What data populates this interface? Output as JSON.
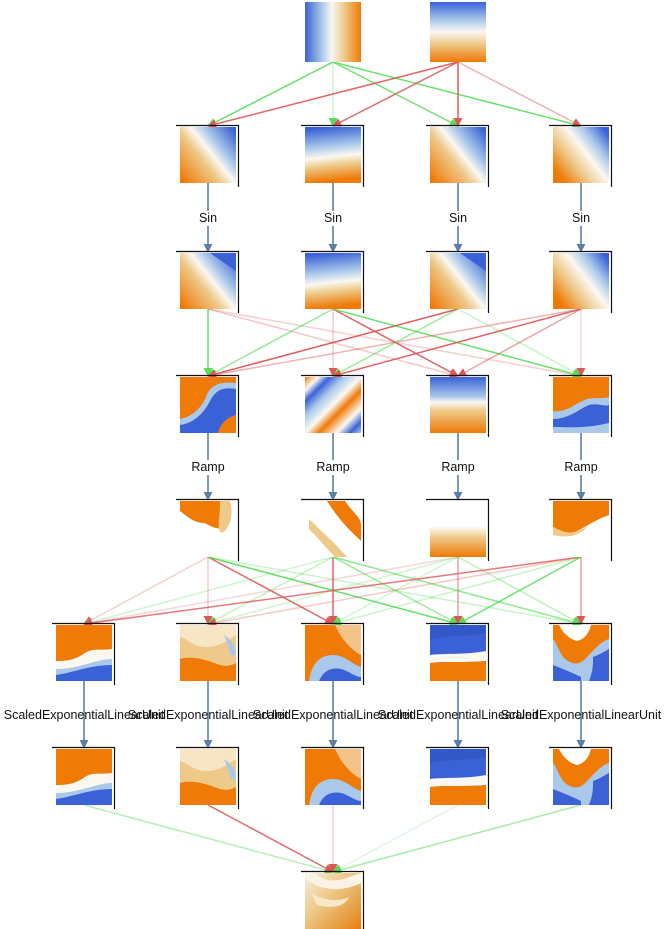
{
  "palette": {
    "blue": "#3a62d6",
    "light_blue": "#a9c8ea",
    "white": "#fbf8f2",
    "light_orange": "#eec98a",
    "orange": "#ef7a06",
    "edge_positive": "#55dd55",
    "edge_negative": "#dd5555",
    "edge_activation": "#5a7ea8",
    "node_frame": "#111111"
  },
  "layers": [
    {
      "activation": null,
      "nodes": [
        {
          "pattern": "vertical-blue-to-orange"
        },
        {
          "pattern": "horizontal-blue-to-orange"
        }
      ]
    },
    {
      "activation": "Sin",
      "nodes": [
        {
          "pattern": "diagonal"
        },
        {
          "pattern": "horizontal-tilt"
        },
        {
          "pattern": "diagonal"
        },
        {
          "pattern": "diagonal-soft"
        }
      ]
    },
    {
      "activation": null,
      "nodes": [
        {
          "pattern": "diagonal-sharp"
        },
        {
          "pattern": "horizontal-tilt"
        },
        {
          "pattern": "diagonal-sharp"
        },
        {
          "pattern": "diagonal-soft"
        }
      ]
    },
    {
      "activation": "Ramp",
      "nodes": [
        {
          "pattern": "wave"
        },
        {
          "pattern": "stripes"
        },
        {
          "pattern": "horizontal-band"
        },
        {
          "pattern": "wave-right"
        }
      ]
    },
    {
      "activation": null,
      "nodes": [
        {
          "pattern": "ramp-corner"
        },
        {
          "pattern": "ramp-diagonal"
        },
        {
          "pattern": "ramp-bottom"
        },
        {
          "pattern": "ramp-top"
        }
      ]
    },
    {
      "activation": "ScaledExponentialLinearUnit",
      "nodes": [
        {
          "pattern": "selu-1"
        },
        {
          "pattern": "selu-2"
        },
        {
          "pattern": "selu-3"
        },
        {
          "pattern": "selu-4"
        },
        {
          "pattern": "selu-5"
        }
      ]
    },
    {
      "activation": null,
      "nodes": [
        {
          "pattern": "selu-1"
        },
        {
          "pattern": "selu-2"
        },
        {
          "pattern": "selu-3"
        },
        {
          "pattern": "selu-4"
        },
        {
          "pattern": "selu-5"
        }
      ]
    },
    {
      "activation": null,
      "nodes": [
        {
          "pattern": "output"
        }
      ]
    }
  ],
  "edges": [
    {
      "from": [
        0,
        0
      ],
      "to": [
        1,
        0
      ],
      "sign": "positive",
      "strength": 0.9
    },
    {
      "from": [
        0,
        0
      ],
      "to": [
        1,
        1
      ],
      "sign": "positive",
      "strength": 0.15
    },
    {
      "from": [
        0,
        0
      ],
      "to": [
        1,
        2
      ],
      "sign": "positive",
      "strength": 0.8
    },
    {
      "from": [
        0,
        0
      ],
      "to": [
        1,
        3
      ],
      "sign": "positive",
      "strength": 0.85
    },
    {
      "from": [
        0,
        1
      ],
      "to": [
        1,
        0
      ],
      "sign": "negative",
      "strength": 0.9
    },
    {
      "from": [
        0,
        1
      ],
      "to": [
        1,
        1
      ],
      "sign": "negative",
      "strength": 0.85
    },
    {
      "from": [
        0,
        1
      ],
      "to": [
        1,
        2
      ],
      "sign": "negative",
      "strength": 0.95
    },
    {
      "from": [
        0,
        1
      ],
      "to": [
        1,
        3
      ],
      "sign": "negative",
      "strength": 0.35
    },
    {
      "from": [
        2,
        0
      ],
      "to": [
        3,
        0
      ],
      "sign": "positive",
      "strength": 0.9
    },
    {
      "from": [
        2,
        0
      ],
      "to": [
        3,
        2
      ],
      "sign": "negative",
      "strength": 0.2
    },
    {
      "from": [
        2,
        0
      ],
      "to": [
        3,
        3
      ],
      "sign": "negative",
      "strength": 0.15
    },
    {
      "from": [
        2,
        1
      ],
      "to": [
        3,
        0
      ],
      "sign": "positive",
      "strength": 0.55
    },
    {
      "from": [
        2,
        1
      ],
      "to": [
        3,
        1
      ],
      "sign": "negative",
      "strength": 0.2
    },
    {
      "from": [
        2,
        1
      ],
      "to": [
        3,
        2
      ],
      "sign": "negative",
      "strength": 0.9
    },
    {
      "from": [
        2,
        1
      ],
      "to": [
        3,
        3
      ],
      "sign": "positive",
      "strength": 0.85
    },
    {
      "from": [
        2,
        2
      ],
      "to": [
        3,
        0
      ],
      "sign": "negative",
      "strength": 0.95
    },
    {
      "from": [
        2,
        2
      ],
      "to": [
        3,
        1
      ],
      "sign": "positive",
      "strength": 0.5
    },
    {
      "from": [
        2,
        2
      ],
      "to": [
        3,
        3
      ],
      "sign": "positive",
      "strength": 0.2
    },
    {
      "from": [
        2,
        3
      ],
      "to": [
        3,
        0
      ],
      "sign": "negative",
      "strength": 0.35
    },
    {
      "from": [
        2,
        3
      ],
      "to": [
        3,
        1
      ],
      "sign": "negative",
      "strength": 0.9
    },
    {
      "from": [
        2,
        3
      ],
      "to": [
        3,
        2
      ],
      "sign": "negative",
      "strength": 0.45
    },
    {
      "from": [
        2,
        3
      ],
      "to": [
        3,
        3
      ],
      "sign": "negative",
      "strength": 0.1
    },
    {
      "from": [
        4,
        0
      ],
      "to": [
        5,
        0
      ],
      "sign": "negative",
      "strength": 0.15
    },
    {
      "from": [
        4,
        0
      ],
      "to": [
        5,
        1
      ],
      "sign": "negative",
      "strength": 0.2
    },
    {
      "from": [
        4,
        0
      ],
      "to": [
        5,
        2
      ],
      "sign": "negative",
      "strength": 0.9
    },
    {
      "from": [
        4,
        0
      ],
      "to": [
        5,
        3
      ],
      "sign": "positive",
      "strength": 0.9
    },
    {
      "from": [
        4,
        0
      ],
      "to": [
        5,
        4
      ],
      "sign": "positive",
      "strength": 0.2
    },
    {
      "from": [
        4,
        1
      ],
      "to": [
        5,
        0
      ],
      "sign": "positive",
      "strength": 0.15
    },
    {
      "from": [
        4,
        1
      ],
      "to": [
        5,
        1
      ],
      "sign": "positive",
      "strength": 0.25
    },
    {
      "from": [
        4,
        1
      ],
      "to": [
        5,
        2
      ],
      "sign": "negative",
      "strength": 0.9
    },
    {
      "from": [
        4,
        1
      ],
      "to": [
        5,
        3
      ],
      "sign": "positive",
      "strength": 0.5
    },
    {
      "from": [
        4,
        1
      ],
      "to": [
        5,
        4
      ],
      "sign": "positive",
      "strength": 0.6
    },
    {
      "from": [
        4,
        2
      ],
      "to": [
        5,
        0
      ],
      "sign": "negative",
      "strength": 0.1
    },
    {
      "from": [
        4,
        2
      ],
      "to": [
        5,
        1
      ],
      "sign": "positive",
      "strength": 0.15
    },
    {
      "from": [
        4,
        2
      ],
      "to": [
        5,
        2
      ],
      "sign": "positive",
      "strength": 0.15
    },
    {
      "from": [
        4,
        2
      ],
      "to": [
        5,
        3
      ],
      "sign": "negative",
      "strength": 0.45
    },
    {
      "from": [
        4,
        2
      ],
      "to": [
        5,
        4
      ],
      "sign": "positive",
      "strength": 0.3
    },
    {
      "from": [
        4,
        3
      ],
      "to": [
        5,
        0
      ],
      "sign": "negative",
      "strength": 0.75
    },
    {
      "from": [
        4,
        3
      ],
      "to": [
        5,
        1
      ],
      "sign": "negative",
      "strength": 0.2
    },
    {
      "from": [
        4,
        3
      ],
      "to": [
        5,
        2
      ],
      "sign": "positive",
      "strength": 0.2
    },
    {
      "from": [
        4,
        3
      ],
      "to": [
        5,
        3
      ],
      "sign": "positive",
      "strength": 0.8
    },
    {
      "from": [
        4,
        3
      ],
      "to": [
        5,
        4
      ],
      "sign": "negative",
      "strength": 0.5
    },
    {
      "from": [
        6,
        0
      ],
      "to": [
        7,
        0
      ],
      "sign": "positive",
      "strength": 0.35
    },
    {
      "from": [
        6,
        1
      ],
      "to": [
        7,
        0
      ],
      "sign": "negative",
      "strength": 0.85
    },
    {
      "from": [
        6,
        2
      ],
      "to": [
        7,
        0
      ],
      "sign": "negative",
      "strength": 0.15
    },
    {
      "from": [
        6,
        3
      ],
      "to": [
        7,
        0
      ],
      "sign": "positive",
      "strength": 0.05
    },
    {
      "from": [
        6,
        4
      ],
      "to": [
        7,
        0
      ],
      "sign": "positive",
      "strength": 0.45
    }
  ]
}
